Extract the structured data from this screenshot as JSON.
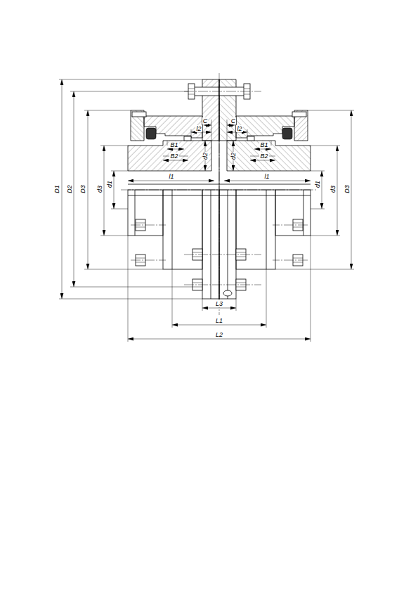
{
  "diagram": {
    "labels": [
      "D1",
      "D2",
      "D3",
      "d3",
      "d1",
      "C",
      "C",
      "l2",
      "l2",
      "B1",
      "B2",
      "d2",
      "d2",
      "B1",
      "B2",
      "l1",
      "l1",
      "d1",
      "d3",
      "D3",
      "L3",
      "L1",
      "L2"
    ]
  }
}
